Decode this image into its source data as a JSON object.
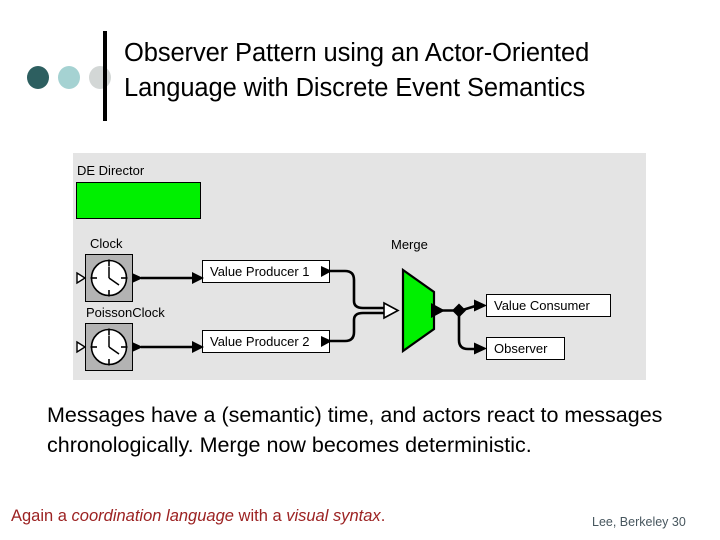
{
  "slide": {
    "title": "Observer Pattern using an Actor-Oriented Language with Discrete Event Semantics",
    "title_line_1": "Observer Pattern using an Actor-Oriented",
    "title_line_2": "Language with Discrete Event Semantics",
    "body_text": "Messages have a (semantic) time, and actors react to messages chronologically. Merge now becomes deterministic.",
    "footer": {
      "note_part_1": "Again a ",
      "note_emphasis_1": "coordination language",
      "note_part_2": " with a ",
      "note_emphasis_2": "visual syntax",
      "note_part_3": ".",
      "credit": "Lee, Berkeley 30"
    }
  },
  "decor": {
    "dots": [
      {
        "name": "dot-dark-teal",
        "color": "#2d5f60"
      },
      {
        "name": "dot-light-teal",
        "color": "#a5d2d2"
      },
      {
        "name": "dot-light-gray",
        "color": "#d3d7d6"
      }
    ],
    "rule_color": "#000000"
  },
  "diagram": {
    "panel_background": "#e4e4e4",
    "accent_green": "#00f000",
    "actor_gray": "#b3b3b3",
    "director": {
      "label": "DE Director",
      "box_color": "#00f000"
    },
    "clocks": [
      {
        "label": "Clock",
        "icon": "clock-icon"
      },
      {
        "label": "PoissonClock",
        "icon": "clock-icon"
      }
    ],
    "producers": [
      {
        "label": "Value Producer 1"
      },
      {
        "label": "Value Producer 2"
      }
    ],
    "merge": {
      "label": "Merge",
      "shape": "trapezoid",
      "color": "#00f000"
    },
    "consumers": [
      {
        "label": "Value Consumer"
      },
      {
        "label": "Observer"
      }
    ],
    "connections": [
      {
        "from": "Clock",
        "to": "Value Producer 1"
      },
      {
        "from": "PoissonClock",
        "to": "Value Producer 2"
      },
      {
        "from": "Value Producer 1",
        "to": "Merge"
      },
      {
        "from": "Value Producer 2",
        "to": "Merge"
      },
      {
        "from": "Merge",
        "to": "Value Consumer"
      },
      {
        "from": "Merge",
        "to": "Observer"
      }
    ]
  }
}
